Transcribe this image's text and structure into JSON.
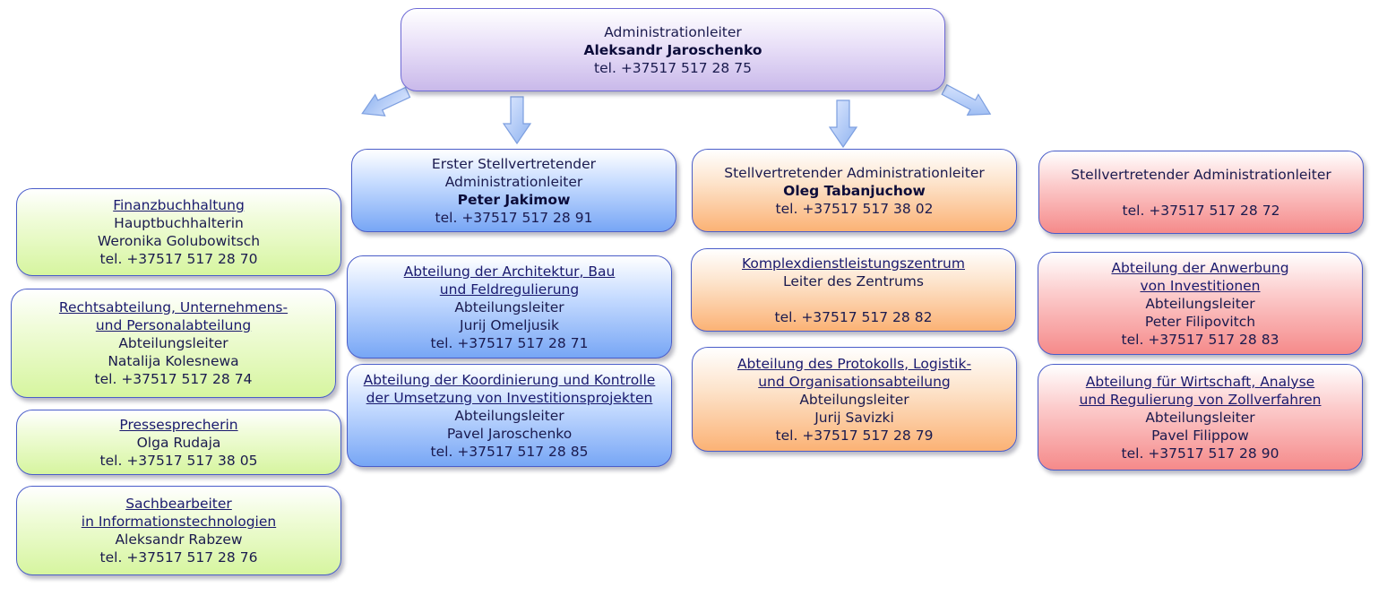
{
  "colors": {
    "top": "#c9b9ea",
    "green": "#d6f59f",
    "blue": "#77a6f5",
    "orange": "#fbb275",
    "red": "#f58a8a",
    "arrow": "#8fb3f0",
    "border": "#4a5dc9"
  },
  "top": {
    "lines": [
      {
        "text": "Administrationleiter",
        "style": "normal"
      },
      {
        "text": "Aleksandr Jaroschenko",
        "style": "bold"
      },
      {
        "text": "tel. +37517 517 28 75",
        "style": "normal"
      }
    ]
  },
  "green": [
    {
      "lines": [
        {
          "text": " Finanzbuchhaltung",
          "style": "link"
        },
        {
          "text": "Hauptbuchhalterin",
          "style": "normal"
        },
        {
          "text": "Weronika Golubowitsch",
          "style": "normal"
        },
        {
          "text": "tel. +37517 517 28 70",
          "style": "normal"
        }
      ]
    },
    {
      "lines": [
        {
          "text": "Rechtsabteilung, Unternehmens-",
          "style": "link"
        },
        {
          "text": "und Personalabteilung",
          "style": "link"
        },
        {
          "text": "Abteilungsleiter",
          "style": "normal"
        },
        {
          "text": "Natalija Kolesnewa",
          "style": "normal"
        },
        {
          "text": "tel. +37517 517 28 74",
          "style": "normal"
        }
      ]
    },
    {
      "lines": [
        {
          "text": "Pressesprecherin",
          "style": "link"
        },
        {
          "text": "Olga Rudaja",
          "style": "normal"
        },
        {
          "text": "tel. +37517 517 38 05",
          "style": "normal"
        }
      ]
    },
    {
      "lines": [
        {
          "text": "Sachbearbeiter ",
          "style": "link"
        },
        {
          "text": "in Informationstechnologien",
          "style": "link"
        },
        {
          "text": "Aleksandr Rabzew",
          "style": "normal"
        },
        {
          "text": "tel. +37517 517 28 76",
          "style": "normal"
        }
      ]
    }
  ],
  "blue": [
    {
      "lines": [
        {
          "text": "Erster Stellvertretender",
          "style": "normal"
        },
        {
          "text": "Administrationleiter",
          "style": "normal"
        },
        {
          "text": "Peter Jakimow",
          "style": "bold"
        },
        {
          "text": "tel. +37517 517 28 91",
          "style": "normal"
        }
      ]
    },
    {
      "lines": [
        {
          "text": "Abteilung der Architektur, Bau ",
          "style": "link"
        },
        {
          "text": "und Feldregulierung",
          "style": "link"
        },
        {
          "text": "Abteilungsleiter",
          "style": "normal"
        },
        {
          "text": "Jurij Omeljusik",
          "style": "normal"
        },
        {
          "text": "tel. +37517 517 28 71",
          "style": "normal"
        }
      ]
    },
    {
      "lines": [
        {
          "text": "Abteilung der Koordinierung und Kontrolle",
          "style": "link"
        },
        {
          "text": "der Umsetzung von Investitionsprojekten",
          "style": "link"
        },
        {
          "text": "Abteilungsleiter",
          "style": "normal"
        },
        {
          "text": "Pavel Jaroschenko",
          "style": "normal"
        },
        {
          "text": "tel. +37517 517 28 85",
          "style": "normal"
        }
      ]
    }
  ],
  "orange": [
    {
      "lines": [
        {
          "text": "Stellvertretender Administrationleiter",
          "style": "normal"
        },
        {
          "text": "Oleg Tabanjuchow",
          "style": "bold"
        },
        {
          "text": "tel. +37517 517 38 02",
          "style": "normal"
        }
      ]
    },
    {
      "lines": [
        {
          "text": "Komplexdienstleistungszentrum",
          "style": "link"
        },
        {
          "text": "Leiter des Zentrums",
          "style": "normal"
        },
        {
          "text": "",
          "style": "blank"
        },
        {
          "text": "tel. +37517 517 28 82",
          "style": "normal"
        }
      ]
    },
    {
      "lines": [
        {
          "text": "Abteilung des Protokolls, Logistik-",
          "style": "link"
        },
        {
          "text": "und Organisationsabteilung",
          "style": "link"
        },
        {
          "text": "Abteilungsleiter",
          "style": "normal"
        },
        {
          "text": "Jurij Savizki",
          "style": "normal"
        },
        {
          "text": "tel. +37517 517 28 79",
          "style": "normal"
        }
      ]
    }
  ],
  "red": [
    {
      "lines": [
        {
          "text": "Stellvertretender Administrationleiter",
          "style": "normal"
        },
        {
          "text": "",
          "style": "blank"
        },
        {
          "text": "tel. +37517 517 28 72",
          "style": "normal"
        }
      ]
    },
    {
      "lines": [
        {
          "text": "Abteilung der Anwerbung ",
          "style": "link"
        },
        {
          "text": "von Investitionen",
          "style": "link"
        },
        {
          "text": "Abteilungsleiter",
          "style": "normal"
        },
        {
          "text": "Peter Filipovitch",
          "style": "normal"
        },
        {
          "text": "tel. +37517 517 28 83",
          "style": "normal"
        }
      ]
    },
    {
      "lines": [
        {
          "text": "Abteilung für Wirtschaft, Analyse",
          "style": "link"
        },
        {
          "text": "und Regulierung von Zollverfahren ",
          "style": "link"
        },
        {
          "text": "Abteilungsleiter",
          "style": "normal"
        },
        {
          "text": "Pavel Filippow",
          "style": "normal"
        },
        {
          "text": "tel. +37517 517 28 90",
          "style": "normal"
        }
      ]
    }
  ]
}
